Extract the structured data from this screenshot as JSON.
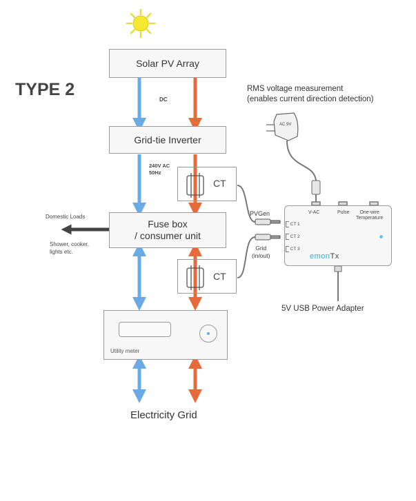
{
  "title": "TYPE 2",
  "solar_array": "Solar PV Array",
  "dc_label": "DC",
  "inverter": "Grid-tie Inverter",
  "ac_label_line1": "240V AC",
  "ac_label_line2": "50Hz",
  "ct_top": "CT",
  "ct_bottom": "CT",
  "fuse_box_line1": "Fuse box",
  "fuse_box_line2": "/ consumer unit",
  "domestic_loads": "Domestic Loads",
  "loads_line1": "Shower, cooker,",
  "loads_line2": "lights etc.",
  "utility_meter": "Utility meter",
  "electricity_grid": "Electricity Grid",
  "rms_line1": "RMS voltage measurement",
  "rms_line2": "(enables current direction detection)",
  "adapter_label": "AC 9V",
  "pvgen": "PVGen",
  "grid_line1": "Grid",
  "grid_line2": "(in/out)",
  "ports": {
    "vac": "V-AC",
    "pulse": "Pulse",
    "onewire_line1": "One-wire",
    "onewire_line2": "Temperature"
  },
  "ct_ports": [
    "CT 1",
    "CT 2",
    "CT 3"
  ],
  "emontx_prefix": "emon",
  "emontx_suffix": "Tx",
  "usb_label": "5V USB Power Adapter",
  "colors": {
    "blue_arrow": "#6aabe6",
    "orange_arrow": "#e8693a",
    "dark_arrow": "#444444",
    "emon_accent": "#35a9c9"
  }
}
